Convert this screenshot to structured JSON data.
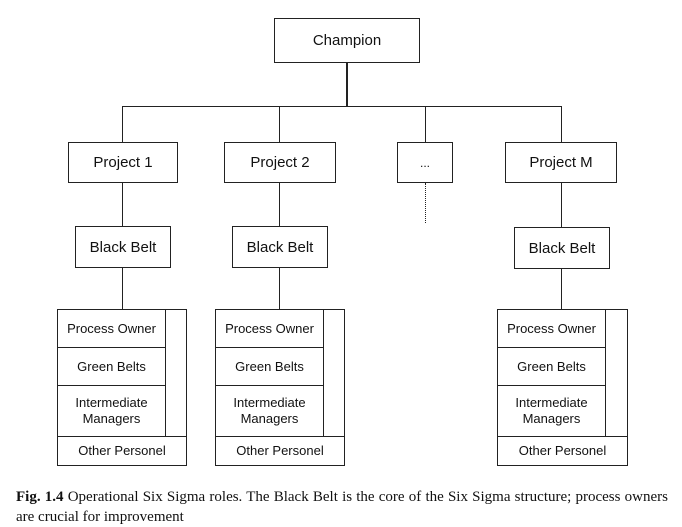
{
  "root": {
    "label": "Champion"
  },
  "projects": [
    {
      "label": "Project 1",
      "belt": "Black Belt",
      "team": [
        "Process Owner",
        "Green Belts",
        "Intermediate\nManagers",
        "Other Personel"
      ]
    },
    {
      "label": "Project 2",
      "belt": "Black Belt",
      "team": [
        "Process Owner",
        "Green Belts",
        "Intermediate\nManagers",
        "Other Personel"
      ]
    },
    {
      "label": "...",
      "belt": null,
      "team": null
    },
    {
      "label": "Project M",
      "belt": "Black Belt",
      "team": [
        "Process Owner",
        "Green Belts",
        "Intermediate\nManagers",
        "Other Personel"
      ]
    }
  ],
  "caption": {
    "figure_label": "Fig. 1.4",
    "text": "Operational Six Sigma roles. The Black Belt is the core of the Six Sigma structure; process owners are crucial for improvement"
  }
}
